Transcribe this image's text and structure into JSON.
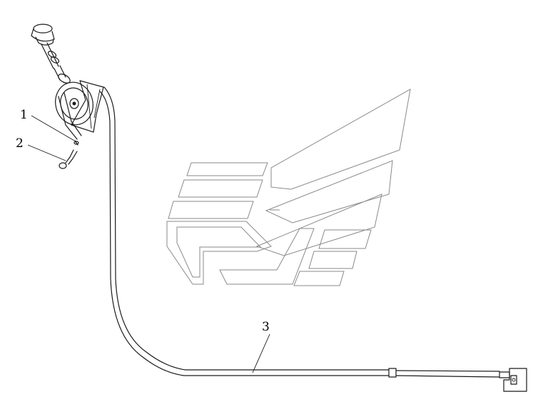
{
  "callouts": [
    {
      "number": "1",
      "part": "fastener"
    },
    {
      "number": "2",
      "part": "cable-end-fitting"
    },
    {
      "number": "3",
      "part": "control-cable"
    }
  ]
}
